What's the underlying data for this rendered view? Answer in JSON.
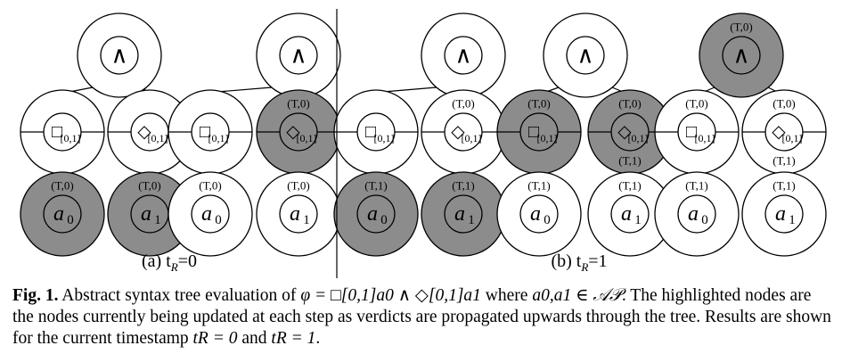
{
  "colors": {
    "highlight": "#8c8c8c",
    "stroke": "#000000",
    "background": "#ffffff"
  },
  "node_symbols": {
    "and": "∧",
    "box": "□",
    "diamond": "◇",
    "interval": "[0,1]",
    "a0": "a",
    "a0_sub": "0",
    "a1": "a",
    "a1_sub": "1"
  },
  "panels": [
    {
      "label": "(a) t",
      "label_sub": "R",
      "label_rest": "=0",
      "trees": [
        {
          "root": {
            "shaded": false,
            "verdicts": []
          },
          "box": {
            "shaded": false,
            "verdicts": []
          },
          "diamond": {
            "shaded": false,
            "verdicts": []
          },
          "a0": {
            "shaded": true,
            "verdicts": [
              "(T,0)"
            ]
          },
          "a1": {
            "shaded": true,
            "verdicts": [
              "(T,0)"
            ]
          }
        },
        {
          "root": {
            "shaded": false,
            "verdicts": []
          },
          "box": {
            "shaded": false,
            "verdicts": []
          },
          "diamond": {
            "shaded": true,
            "verdicts": [
              "(T,0)"
            ]
          },
          "a0": {
            "shaded": false,
            "verdicts": [
              "(T,0)"
            ]
          },
          "a1": {
            "shaded": false,
            "verdicts": [
              "(T,0)"
            ]
          }
        }
      ]
    },
    {
      "label": "(b) t",
      "label_sub": "R",
      "label_rest": "=1",
      "trees": [
        {
          "root": {
            "shaded": false,
            "verdicts": []
          },
          "box": {
            "shaded": false,
            "verdicts": []
          },
          "diamond": {
            "shaded": false,
            "verdicts": [
              "(T,0)"
            ]
          },
          "a0": {
            "shaded": true,
            "verdicts": [
              "(T,1)"
            ]
          },
          "a1": {
            "shaded": true,
            "verdicts": [
              "(T,1)"
            ]
          }
        },
        {
          "root": {
            "shaded": false,
            "verdicts": []
          },
          "box": {
            "shaded": true,
            "verdicts": [
              "(T,0)"
            ]
          },
          "diamond": {
            "shaded": true,
            "verdicts": [
              "(T,0)",
              "(T,1)"
            ]
          },
          "a0": {
            "shaded": false,
            "verdicts": [
              "(T,1)"
            ]
          },
          "a1": {
            "shaded": false,
            "verdicts": [
              "(T,1)"
            ]
          }
        },
        {
          "root": {
            "shaded": true,
            "verdicts": [
              "(T,0)"
            ]
          },
          "box": {
            "shaded": false,
            "verdicts": [
              "(T,0)"
            ]
          },
          "diamond": {
            "shaded": false,
            "verdicts": [
              "(T,0)",
              "(T,1)"
            ]
          },
          "a0": {
            "shaded": false,
            "verdicts": [
              "(T,1)"
            ]
          },
          "a1": {
            "shaded": false,
            "verdicts": [
              "(T,1)"
            ]
          }
        }
      ]
    }
  ],
  "caption": {
    "fig_label": "Fig. 1.",
    "part1": " Abstract syntax tree evaluation of ",
    "formula": "φ = □[0,1]a0 ∧ ◇[0,1]a1",
    "part2": " where ",
    "formula2": "a0,a1 ∈ 𝒜𝒫",
    "part3": ". The highlighted nodes are the nodes currently being updated at each step as verdicts are propagated upwards through the tree. Results are shown for the current timestamp ",
    "t0": "tR = 0",
    "part4": " and ",
    "t1": "tR = 1",
    "part5": "."
  }
}
